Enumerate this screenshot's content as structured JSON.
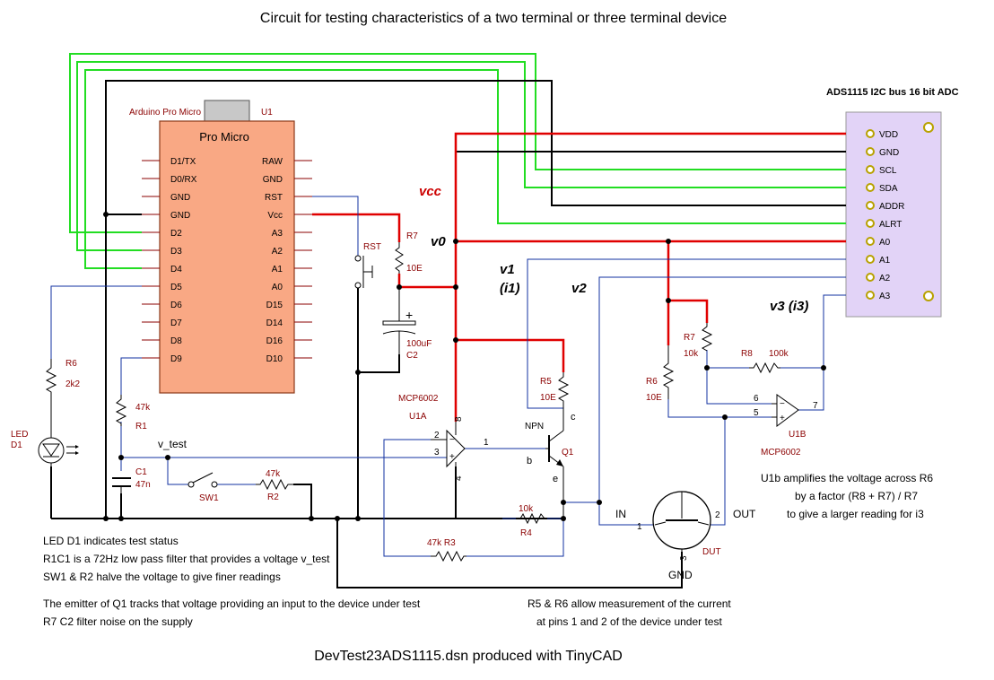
{
  "title": "Circuit for testing characteristics of a two terminal or three terminal device",
  "footer": "DevTest23ADS1115.dsn produced with TinyCAD",
  "mcu": {
    "ref_label": "Arduino Pro Micro",
    "ref": "U1",
    "name": "Pro Micro",
    "left_pins": [
      "D1/TX",
      "D0/RX",
      "GND",
      "GND",
      "D2",
      "D3",
      "D4",
      "D5",
      "D6",
      "D7",
      "D8",
      "D9"
    ],
    "right_pins": [
      "RAW",
      "GND",
      "RST",
      "Vcc",
      "A3",
      "A2",
      "A1",
      "A0",
      "D15",
      "D14",
      "D16",
      "D10"
    ]
  },
  "adc": {
    "title": "ADS1115 I2C bus 16 bit ADC",
    "pins": [
      "VDD",
      "GND",
      "SCL",
      "SDA",
      "ADDR",
      "ALRT",
      "A0",
      "A1",
      "A2",
      "A3"
    ]
  },
  "net_labels": {
    "vcc": "vcc",
    "v0": "v0",
    "v1": "v1",
    "i1": "(i1)",
    "v2": "v2",
    "v3": "v3 (i3)",
    "v_test": "v_test"
  },
  "components": {
    "rst": "RST",
    "r7_top": {
      "ref": "R7",
      "value": "10E"
    },
    "c2": {
      "value": "100uF",
      "ref": "C2"
    },
    "r6_led": {
      "ref": "R6",
      "value": "2k2"
    },
    "led": {
      "ref1": "LED",
      "ref2": "D1"
    },
    "r1": {
      "value": "47k",
      "ref": "R1"
    },
    "c1": {
      "ref": "C1",
      "value": "47n"
    },
    "sw1": "SW1",
    "r2": {
      "value": "47k",
      "ref": "R2"
    },
    "u1a": {
      "part": "MCP6002",
      "ref": "U1A",
      "pin_out": "1",
      "pin_inv": "2",
      "pin_noninv": "3",
      "pin_v8": "8",
      "pin_v4": "4"
    },
    "r5": {
      "ref": "R5",
      "value": "10E"
    },
    "q1": {
      "type": "NPN",
      "ref": "Q1",
      "b": "b",
      "c": "c",
      "e": "e"
    },
    "r4": {
      "value": "10k",
      "ref": "R4"
    },
    "r3": {
      "label": "47k R3"
    },
    "r6_sense": {
      "ref": "R6",
      "value": "10E"
    },
    "r7_gain": {
      "ref": "R7",
      "value": "10k"
    },
    "r8": {
      "ref": "R8",
      "value": "100k"
    },
    "u1b": {
      "pin6": "6",
      "pin5": "5",
      "pin7": "7",
      "ref": "U1B",
      "part": "MCP6002"
    },
    "dut": {
      "in": "IN",
      "out": "OUT",
      "gnd": "GND",
      "ref": "DUT",
      "p1": "1",
      "p2": "2",
      "p3": "3"
    }
  },
  "notes_left": [
    "LED D1 indicates test status",
    "R1C1 is a 72Hz low pass filter that provides a voltage v_test",
    "SW1 & R2 halve the voltage to give finer readings"
  ],
  "notes_left2": [
    "The emitter of Q1 tracks that voltage providing an input to the device under test",
    "R7 C2 filter noise on the supply"
  ],
  "notes_mid": [
    "R5 & R6 allow measurement of the current",
    "at pins 1 and 2 of the device under test"
  ],
  "notes_right": [
    "U1b amplifies the voltage across R6",
    "by a factor (R8 + R7)  / R7",
    "to give a larger reading for i3"
  ],
  "colors": {
    "power_wire": "#e00000",
    "i2c_wire": "#22dd22",
    "signal_wire": "#1030a0",
    "mcu_fill": "#f9a884",
    "adc_fill": "#e2d3f7"
  }
}
